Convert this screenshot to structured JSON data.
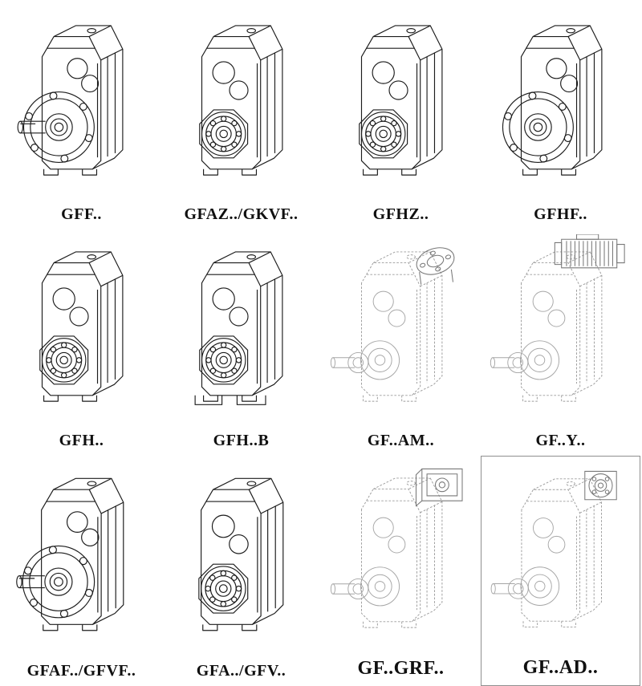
{
  "colors": {
    "line": "#1c1c1c",
    "light_line": "#9c9c9c",
    "attachment_line": "#787878",
    "background": "#ffffff"
  },
  "catalog": {
    "cells": [
      {
        "label": "GFF..",
        "drawing": "output-flange-shaft",
        "line_style": "solid",
        "boxed": false,
        "large_label": false
      },
      {
        "label": "GFAZ../GKVF..",
        "drawing": "hollow-shaft-face",
        "line_style": "solid",
        "boxed": false,
        "large_label": false
      },
      {
        "label": "GFHZ..",
        "drawing": "hollow-shaft-face",
        "line_style": "solid",
        "boxed": false,
        "large_label": false
      },
      {
        "label": "GFHF..",
        "drawing": "output-flange",
        "line_style": "solid",
        "boxed": false,
        "large_label": false
      },
      {
        "label": "GFH..",
        "drawing": "hollow-shaft-face",
        "line_style": "solid",
        "boxed": false,
        "large_label": false
      },
      {
        "label": "GFH..B",
        "drawing": "hollow-shaft-foot",
        "line_style": "solid",
        "boxed": false,
        "large_label": false
      },
      {
        "label": "GF..AM..",
        "drawing": "motor-flange-adapter",
        "line_style": "light",
        "boxed": false,
        "large_label": false
      },
      {
        "label": "GF..Y..",
        "drawing": "with-mounted-motor",
        "line_style": "light",
        "boxed": false,
        "large_label": false
      },
      {
        "label": "GFAF../GFVF..",
        "drawing": "output-flange-shaft",
        "line_style": "solid",
        "boxed": false,
        "large_label": false
      },
      {
        "label": "GFA../GFV..",
        "drawing": "hollow-shaft-face",
        "line_style": "solid",
        "boxed": false,
        "large_label": false
      },
      {
        "label": "GF..GRF..",
        "drawing": "primary-reducer-input",
        "line_style": "light",
        "boxed": false,
        "large_label": true
      },
      {
        "label": "GF..AD..",
        "drawing": "input-shaft-adapter",
        "line_style": "light",
        "boxed": true,
        "large_label": true
      }
    ]
  }
}
